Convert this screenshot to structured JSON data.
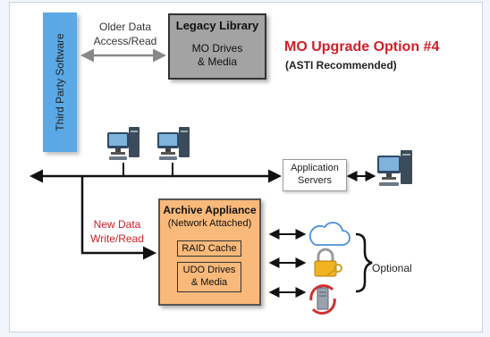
{
  "legacy_library": {
    "title": "Legacy Library",
    "line1": "MO Drives",
    "line2": "& Media"
  },
  "third_party": {
    "label": "Third Party  Software"
  },
  "older_data": {
    "line1": "Older Data",
    "line2": "Access/Read"
  },
  "heading": {
    "title": "MO Upgrade Option #4",
    "subtitle": "(ASTI Recommended)"
  },
  "app_servers": {
    "line1": "Application",
    "line2": "Servers"
  },
  "new_data": {
    "line1": "New Data",
    "line2": "Write/Read"
  },
  "archive": {
    "title": "Archive Appliance",
    "subtitle": "(Network Attached)",
    "raid": "RAID Cache",
    "udo_line1": "UDO Drives",
    "udo_line2": "& Media"
  },
  "optional": {
    "label": "Optional"
  },
  "icons": [
    "computer-icon",
    "cloud-icon",
    "key-lock-icon",
    "server-sync-icon"
  ],
  "colors": {
    "accent_red": "#cf2027",
    "third_party_blue": "#5aa9e6",
    "legacy_gray": "#a3a3a3",
    "archive_orange": "#f8b97a"
  }
}
